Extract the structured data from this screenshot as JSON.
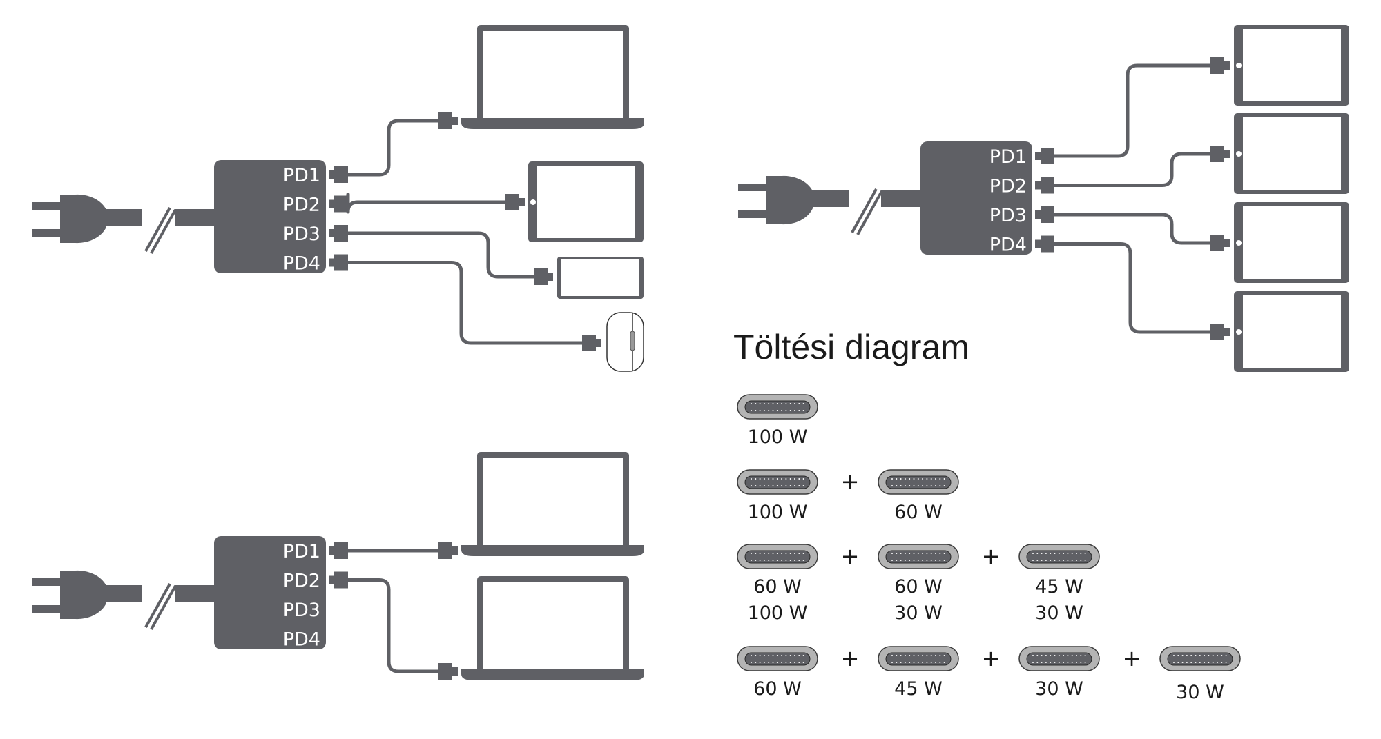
{
  "colors": {
    "device": "#5f6065",
    "port_outer": "#b4b4b4",
    "port_inner": "#5f6065",
    "text": "#1a1a1a",
    "label_text": "#ffffff"
  },
  "port_labels": [
    "PD1",
    "PD2",
    "PD3",
    "PD4"
  ],
  "scenarios": [
    {
      "id": "scenario-laptop-tablet-phone-earbuds",
      "connections": [
        {
          "port": "PD1",
          "device": "laptop"
        },
        {
          "port": "PD2",
          "device": "tablet"
        },
        {
          "port": "PD3",
          "device": "phone"
        },
        {
          "port": "PD4",
          "device": "earbuds-case"
        }
      ]
    },
    {
      "id": "scenario-four-tablets",
      "connections": [
        {
          "port": "PD1",
          "device": "tablet"
        },
        {
          "port": "PD2",
          "device": "tablet"
        },
        {
          "port": "PD3",
          "device": "tablet"
        },
        {
          "port": "PD4",
          "device": "tablet"
        }
      ]
    },
    {
      "id": "scenario-two-laptops",
      "connections": [
        {
          "port": "PD1",
          "device": "laptop"
        },
        {
          "port": "PD2",
          "device": "laptop"
        }
      ]
    }
  ],
  "charging_diagram": {
    "title": "Töltési diagram",
    "plus_sign": "+",
    "rows": [
      {
        "ports": [
          {
            "watts": [
              "100 W"
            ]
          }
        ]
      },
      {
        "ports": [
          {
            "watts": [
              "100 W"
            ]
          },
          {
            "watts": [
              "60 W"
            ]
          }
        ]
      },
      {
        "ports": [
          {
            "watts": [
              "60 W",
              "100 W"
            ]
          },
          {
            "watts": [
              "60 W",
              "30 W"
            ]
          },
          {
            "watts": [
              "45 W",
              "30 W"
            ]
          }
        ]
      },
      {
        "ports": [
          {
            "watts": [
              "60 W"
            ]
          },
          {
            "watts": [
              "45 W"
            ]
          },
          {
            "watts": [
              "30 W"
            ]
          },
          {
            "watts": [
              "30 W"
            ]
          }
        ]
      }
    ]
  },
  "icons": {
    "plug": "power-plug-icon",
    "hub": "usb-c-charger-hub",
    "laptop": "laptop-icon",
    "tablet": "tablet-icon",
    "phone": "phone-icon",
    "earbuds": "earbuds-case-icon",
    "port": "usb-c-port-icon"
  }
}
